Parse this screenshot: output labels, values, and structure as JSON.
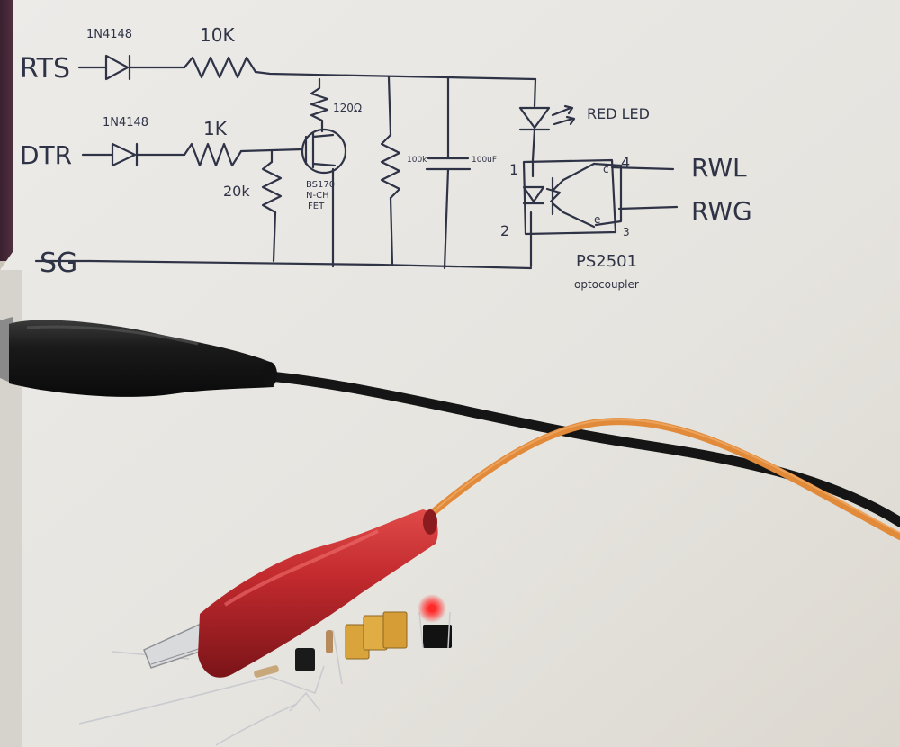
{
  "schematic": {
    "signals": {
      "rts": "RTS",
      "dtr": "DTR",
      "sg": "SG",
      "rwl": "RWL",
      "rwg": "RWG"
    },
    "components": {
      "diode_rts": "1N4148",
      "diode_dtr": "1N4148",
      "resistor_rts": "10K",
      "resistor_dtr": "1K",
      "resistor_pulldown": "20k",
      "resistor_drain": "120Ω",
      "fet_label_line1": "BS170",
      "fet_label_line2": "N-CH",
      "fet_label_line3": "FET",
      "resistor_shunt": "100k",
      "capacitor": "100uF",
      "led": "RED LED",
      "optocoupler_part": "PS2501",
      "optocoupler_desc": "optocoupler"
    },
    "pins": {
      "pin1": "1",
      "pin2": "2",
      "pin3": "3",
      "pin4": "4",
      "collector": "c",
      "emitter": "e"
    }
  },
  "colors": {
    "paper": "#e8e6e1",
    "ink": "#2f3346",
    "black_cable": "#151515",
    "orange_wire": "#e08a3a",
    "red_clip": "#c22a2e",
    "capacitor_body": "#d9a43c",
    "led_glow": "#ff2a2a"
  }
}
